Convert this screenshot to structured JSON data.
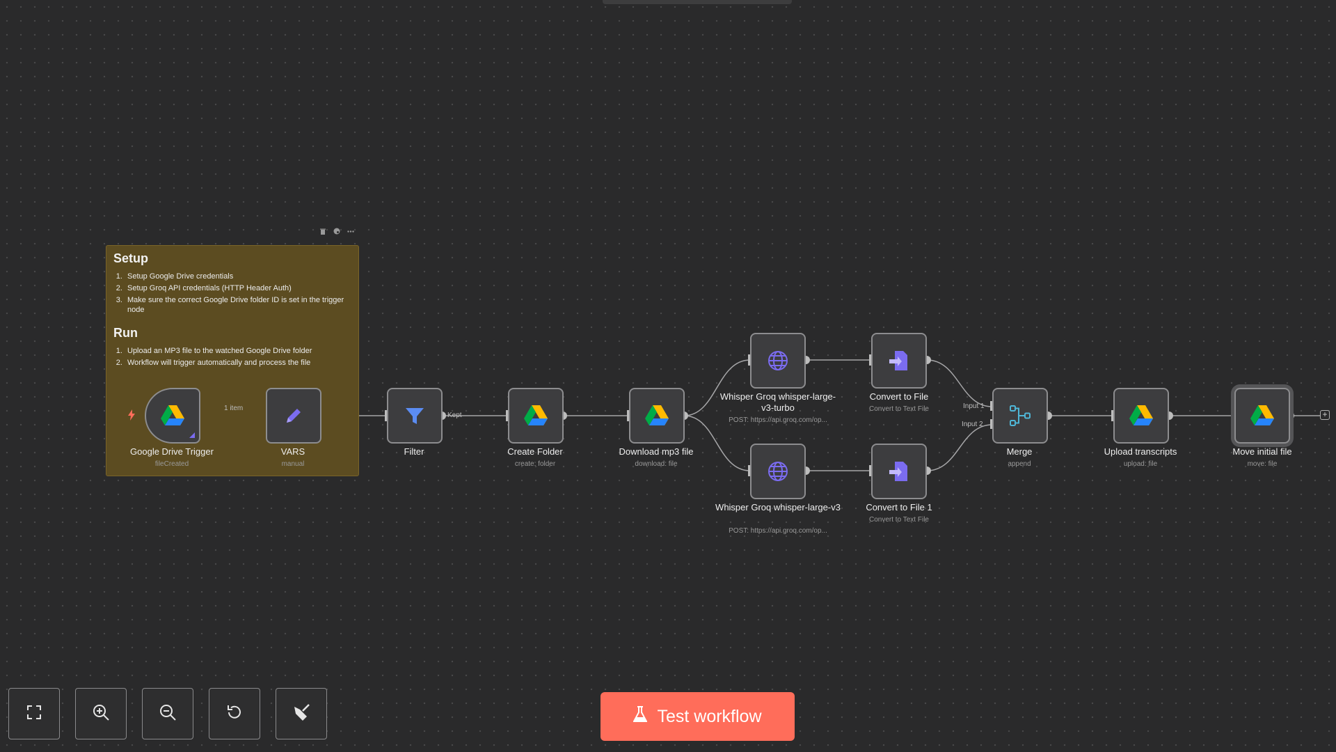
{
  "sticky": {
    "setup_title": "Setup",
    "setup_steps": [
      "Setup Google Drive credentials",
      "Setup Groq API credentials (HTTP Header Auth)",
      "Make sure the correct Google Drive folder ID is set in the trigger node"
    ],
    "run_title": "Run",
    "run_steps": [
      "Upload an MP3 file to the watched Google Drive folder",
      "Workflow will trigger automatically and process the file"
    ]
  },
  "edge_labels": {
    "items": "1 item",
    "kept": "Kept",
    "input1": "Input 1",
    "input2": "Input 2"
  },
  "nodes": {
    "gdrive_trigger": {
      "label": "Google Drive Trigger",
      "sub": "fileCreated",
      "icon": "google-drive-icon"
    },
    "vars": {
      "label": "VARS",
      "sub": "manual",
      "icon": "pencil-icon"
    },
    "filter": {
      "label": "Filter",
      "sub": "",
      "icon": "filter-icon"
    },
    "create_folder": {
      "label": "Create Folder",
      "sub": "create: folder",
      "icon": "google-drive-icon"
    },
    "download_mp3": {
      "label": "Download mp3 file",
      "sub": "download: file",
      "icon": "google-drive-icon"
    },
    "whisper_turbo": {
      "label": "Whisper Groq whisper-large-v3-turbo",
      "sub": "POST: https://api.groq.com/op...",
      "icon": "globe-icon"
    },
    "whisper_v3": {
      "label": "Whisper Groq whisper-large-v3",
      "sub": "POST: https://api.groq.com/op...",
      "icon": "globe-icon"
    },
    "convert_file": {
      "label": "Convert to File",
      "sub": "Convert to Text File",
      "icon": "file-convert-icon"
    },
    "convert_file_1": {
      "label": "Convert to File 1",
      "sub": "Convert to Text File",
      "icon": "file-convert-icon"
    },
    "merge": {
      "label": "Merge",
      "sub": "append",
      "icon": "merge-icon"
    },
    "upload_transcripts": {
      "label": "Upload transcripts",
      "sub": "upload: file",
      "icon": "google-drive-icon"
    },
    "move_initial": {
      "label": "Move initial file",
      "sub": "move: file",
      "icon": "google-drive-icon"
    }
  },
  "controls": {
    "fit_view": "fit-view-icon",
    "zoom_in": "zoom-in-icon",
    "zoom_out": "zoom-out-icon",
    "reset_zoom": "reset-icon",
    "tidy_up": "broom-icon"
  },
  "test_button": {
    "label": "Test workflow",
    "icon": "flask-icon"
  },
  "colors": {
    "canvas": "#2a2a2b",
    "sticky": "#5c4c21",
    "accent": "#ff6d5a",
    "node_bg": "#3d3d3f",
    "icon_blue": "#5b8cf2",
    "icon_purple": "#7b6cf0",
    "icon_teal": "#4fb6d6"
  }
}
